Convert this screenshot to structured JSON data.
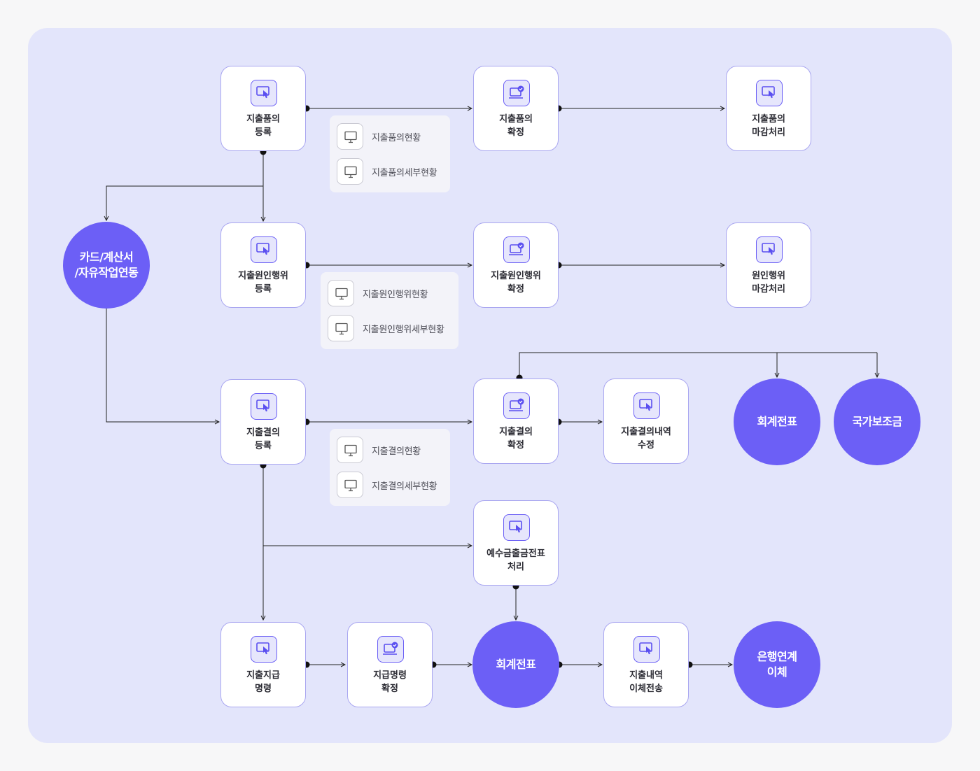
{
  "colors": {
    "panel": "#e3e5fb",
    "accent": "#6c5ff6",
    "node_border": "#a9a6f0",
    "line": "#222222"
  },
  "nodes": {
    "expense_proposal_register": {
      "label": "지출품의\n등록",
      "icon": "hand-pointer-icon"
    },
    "expense_proposal_confirm": {
      "label": "지출품의\n확정",
      "icon": "laptop-check-icon"
    },
    "expense_proposal_close": {
      "label": "지출품의\n마감처리",
      "icon": "hand-pointer-icon"
    },
    "cause_act_register": {
      "label": "지출원인행위\n등록",
      "icon": "hand-pointer-icon"
    },
    "cause_act_confirm": {
      "label": "지출원인행위\n확정",
      "icon": "laptop-check-icon"
    },
    "cause_act_close": {
      "label": "원인행위\n마감처리",
      "icon": "hand-pointer-icon"
    },
    "resolution_register": {
      "label": "지출결의\n등록",
      "icon": "hand-pointer-icon"
    },
    "resolution_confirm": {
      "label": "지출결의\n확정",
      "icon": "laptop-check-icon"
    },
    "resolution_detail_edit": {
      "label": "지출결의내역\n수정",
      "icon": "hand-pointer-icon"
    },
    "deposit_voucher": {
      "label": "예수금출금전표\n처리",
      "icon": "hand-pointer-icon"
    },
    "payment_order": {
      "label": "지출지급\n명령",
      "icon": "hand-pointer-icon"
    },
    "payment_order_confirm": {
      "label": "지급명령\n확정",
      "icon": "laptop-check-icon"
    },
    "transfer_send": {
      "label": "지출내역\n이체전송",
      "icon": "hand-pointer-icon"
    }
  },
  "circles": {
    "card_link": "카드/계산서\n/자유작업연동",
    "voucher_top": "회계전표",
    "subsidy": "국가보조금",
    "voucher_bottom": "회계전표",
    "bank_transfer": "은행연계\n이체"
  },
  "reports": {
    "proposal": [
      "지출품의현황",
      "지출품의세부현황"
    ],
    "cause_act": [
      "지출원인행위현황",
      "지출원인행위세부현황"
    ],
    "resolution": [
      "지출결의현황",
      "지출결의세부현황"
    ]
  }
}
